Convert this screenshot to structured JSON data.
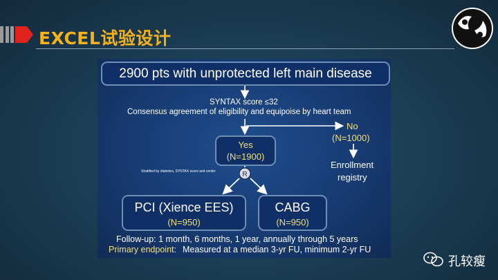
{
  "header": {
    "title": "EXCEL试验设计"
  },
  "diagram": {
    "top_box": "2900 pts with unprotected left main disease",
    "criteria_line1": "SYNTAX score ≤32",
    "criteria_line2": "Consensus agreement of eligibility and equipoise by heart team",
    "yes_label": "Yes",
    "yes_n": "(N=1900)",
    "no_label": "No",
    "no_n": "(N=1000)",
    "registry_line1": "Enrollment",
    "registry_line2": "registry",
    "stratified": "Stratified by diabetes, SYNTAX score and center",
    "randomize": "R",
    "pci_label": "PCI (Xience EES)",
    "pci_n": "(N=950)",
    "cabg_label": "CABG",
    "cabg_n": "(N=950)",
    "followup": "Follow-up: 1 month, 6 months, 1 year, annually through 5 years",
    "primary_label": "Primary endpoint:",
    "primary_text": "Measured at a median 3-yr FU, minimum 2-yr FU"
  },
  "watermark": {
    "text": "孔较瘦"
  },
  "colors": {
    "accent_orange": "#f6b21b",
    "arrow_red": "#e0231c",
    "highlight_yellow": "#f2e07a"
  }
}
